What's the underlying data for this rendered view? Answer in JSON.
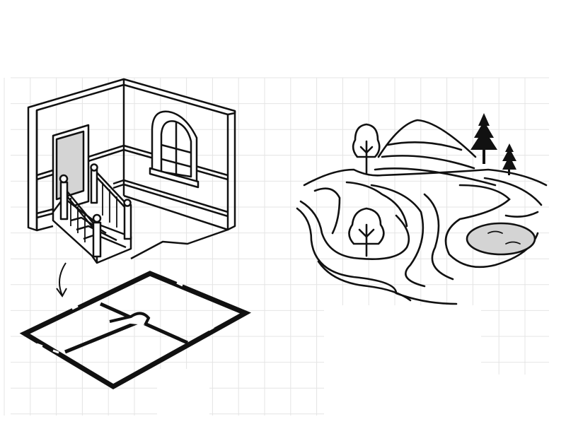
{
  "colors": {
    "background": "#ffffff",
    "grid": "#e4e4e4",
    "ink": "#111111",
    "fill_gray": "#d4d4d4"
  },
  "illustrations": [
    {
      "name": "isometric-room-with-staircase"
    },
    {
      "name": "floor-plan"
    },
    {
      "name": "topographic-hill-landscape"
    }
  ]
}
